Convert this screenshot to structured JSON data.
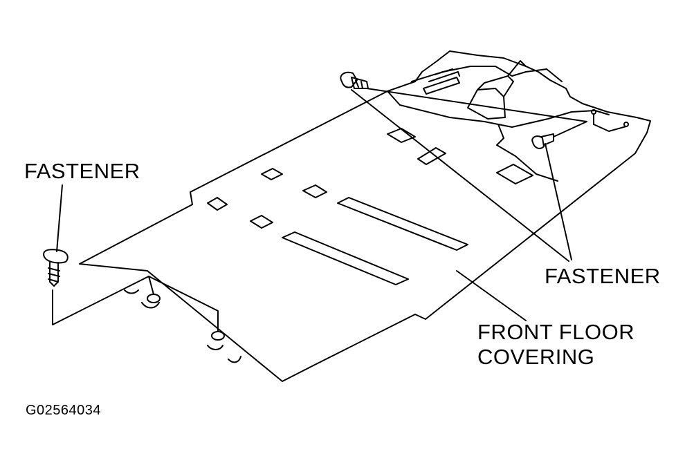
{
  "labels": {
    "fastener_left": "FASTENER",
    "fastener_right": "FASTENER",
    "floor_covering_line1": "FRONT FLOOR",
    "floor_covering_line2": "COVERING",
    "figure_code": "G02564034"
  },
  "colors": {
    "ink": "#000000",
    "background": "#ffffff"
  }
}
